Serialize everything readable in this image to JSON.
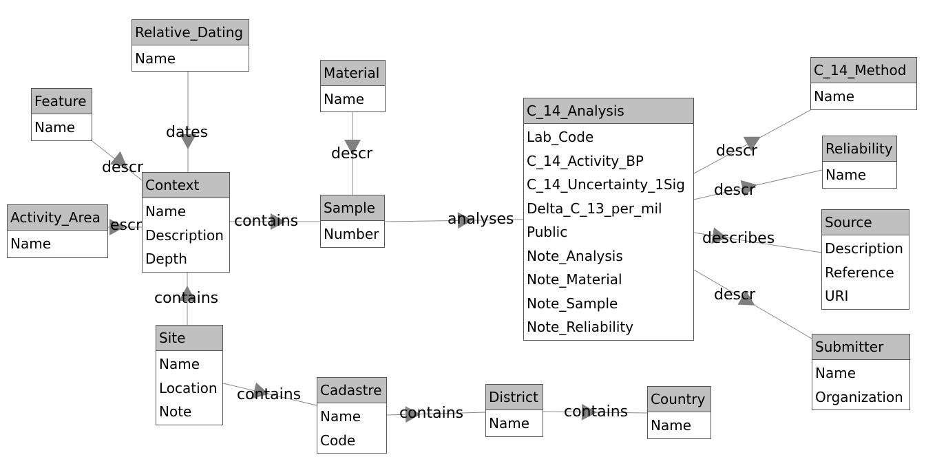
{
  "entities": {
    "relative_dating": {
      "name": "Relative_Dating",
      "attributes": [
        "Name"
      ]
    },
    "material": {
      "name": "Material",
      "attributes": [
        "Name"
      ]
    },
    "feature": {
      "name": "Feature",
      "attributes": [
        "Name"
      ]
    },
    "context": {
      "name": "Context",
      "attributes": [
        "Name",
        "Description",
        "Depth"
      ]
    },
    "activity_area": {
      "name": "Activity_Area",
      "attributes": [
        "Name"
      ]
    },
    "sample": {
      "name": "Sample",
      "attributes": [
        "Number"
      ]
    },
    "c14_analysis": {
      "name": "C_14_Analysis",
      "attributes": [
        "Lab_Code",
        "C_14_Activity_BP",
        "C_14_Uncertainty_1Sig",
        "Delta_C_13_per_mil",
        "Public",
        "Note_Analysis",
        "Note_Material",
        "Note_Sample",
        "Note_Reliability"
      ]
    },
    "c14_method": {
      "name": "C_14_Method",
      "attributes": [
        "Name"
      ]
    },
    "reliability": {
      "name": "Reliability",
      "attributes": [
        "Name"
      ]
    },
    "source": {
      "name": "Source",
      "attributes": [
        "Description",
        "Reference",
        "URI"
      ]
    },
    "submitter": {
      "name": "Submitter",
      "attributes": [
        "Name",
        "Organization"
      ]
    },
    "site": {
      "name": "Site",
      "attributes": [
        "Name",
        "Location",
        "Note"
      ]
    },
    "cadastre": {
      "name": "Cadastre",
      "attributes": [
        "Name",
        "Code"
      ]
    },
    "district": {
      "name": "District",
      "attributes": [
        "Name"
      ]
    },
    "country": {
      "name": "Country",
      "attributes": [
        "Name"
      ]
    }
  },
  "relationships": {
    "relative_dating_context": "dates",
    "feature_context": "descr",
    "activity_area_context": "escr",
    "material_sample": "descr",
    "context_sample": "contains",
    "site_context": "contains",
    "sample_analysis": "analyses",
    "method_analysis": "descr",
    "reliability_analysis": "descr",
    "source_analysis": "describes",
    "submitter_analysis": "descr",
    "cadastre_site": "contains",
    "district_cadastre": "contains",
    "country_district": "contains"
  }
}
